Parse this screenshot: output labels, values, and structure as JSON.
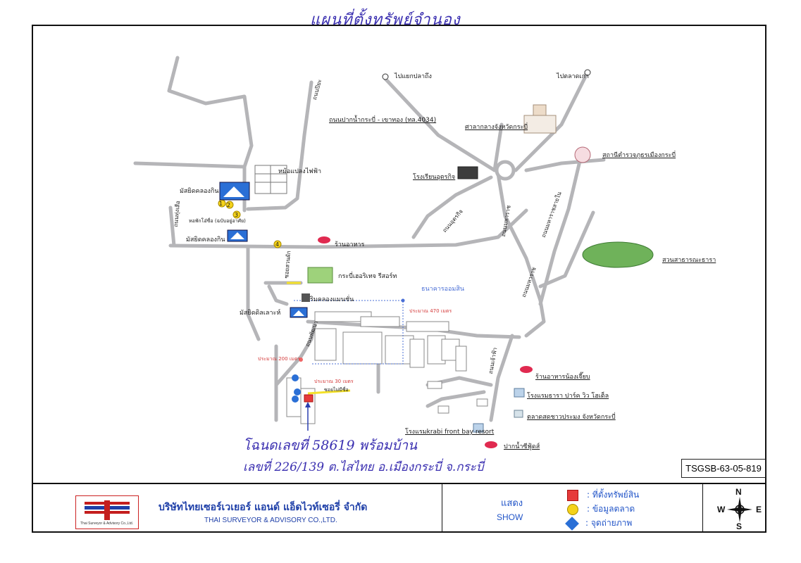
{
  "title": "แผนที่ตั้งทรัพย์จำนอง",
  "map": {
    "roads": {
      "road_4034": "ถนนปากน้ำกระบี่ - เขาทอง (ทล.4034)",
      "to_laem_pak_ying": "ไปแยกปลาถึง",
      "to_talat_kao": "ไปตลาดเก่า",
      "soi_top": "ถนนปิยะ",
      "road_utarakit": "ถนนอุตรกิจ",
      "road_mid": "ถนนมหาราช",
      "road_right": "ถนนมหาราชสายใน",
      "road_low": "ถนนมหาราช",
      "soi_left": "ถนนทุ่งเสือ",
      "soi_center": "ซอยสวนผัก",
      "soi_lower": "ถนนพัฒนา",
      "soi_market": "ถนนเจ้าฟ้า"
    },
    "landmarks": {
      "transformer": "หม้อแปลงไฟฟ้า",
      "temple1": "มัสยิดคลองกิน",
      "temple2": "มัสยิดคลองกิน",
      "temple3": "มัสยิดดิลเลาะห์",
      "hotel_small": "หอพักโอ๋ซื่อ (ฉบับอยู่อาศัย)",
      "province_hall": "ศาลากลางจังหวัดกระบี่",
      "police": "สถานีตำรวจภูธรเมืองกระบี่",
      "school": "โรงเรียนอุตรกิจ",
      "restaurant": "ร้านอาหาร",
      "resort": "กระบี่เฮอริเทจ รีสอร์ท",
      "mansion": "ริมคลองแมนชั่น",
      "tower": "ธนาคารออมสิน",
      "park": "สวนสาธารณะธารา",
      "rest_nongjeab": "ร้านอาหารน้องเจี๊ยบ",
      "hotel_park_view": "โรงแรมธารา ปาร์ค วิว โฮเต็ล",
      "fishing_market": "ตลาดสดชาวประมง จังหวัดกระบี่",
      "krabi_front_bay": "โรงแรมkrabi front bay resort",
      "pak_nam": "ปากน้ำซีฟู้ดส์",
      "dist1": "ประมาณ 470 เมตร",
      "dist2": "ประมาณ 200 เมตร",
      "dist3": "ประมาณ 30 เมตร",
      "property_label": "ซอยไม่มีชื่อ"
    },
    "markers": [
      "1",
      "2",
      "3",
      "4"
    ],
    "code": "TSGSB-63-05-819",
    "handwriting": {
      "line1": "โฉนดเลขที่ 58619 พร้อมบ้าน",
      "line2": "เลขที่ 226/139 ต.ไสไทย อ.เมืองกระบี่ จ.กระบี่"
    }
  },
  "footer": {
    "logo_caption": "Thai Surveyor & Advisory Co.,Ltd.",
    "company_th": "บริษัทไทยเซอร์เวเยอร์ แอนด์ แอ็ดไวท์เซอรี่ จำกัด",
    "company_en": "THAI SURVEYOR & ADVISORY CO.,LTD.",
    "show_th": "แสดง",
    "show_en": "SHOW",
    "legend": [
      {
        "label": ": ที่ตั้งทรัพย์สิน",
        "color": "#e63a3a",
        "shape": "square"
      },
      {
        "label": ": ข้อมูลตลาด",
        "color": "#f4d21a",
        "shape": "circle"
      },
      {
        "label": ": จุดถ่ายภาพ",
        "color": "#2a6fd6",
        "shape": "camera-marker"
      }
    ],
    "compass": {
      "n": "N",
      "s": "S",
      "w": "W",
      "e": "E"
    }
  }
}
